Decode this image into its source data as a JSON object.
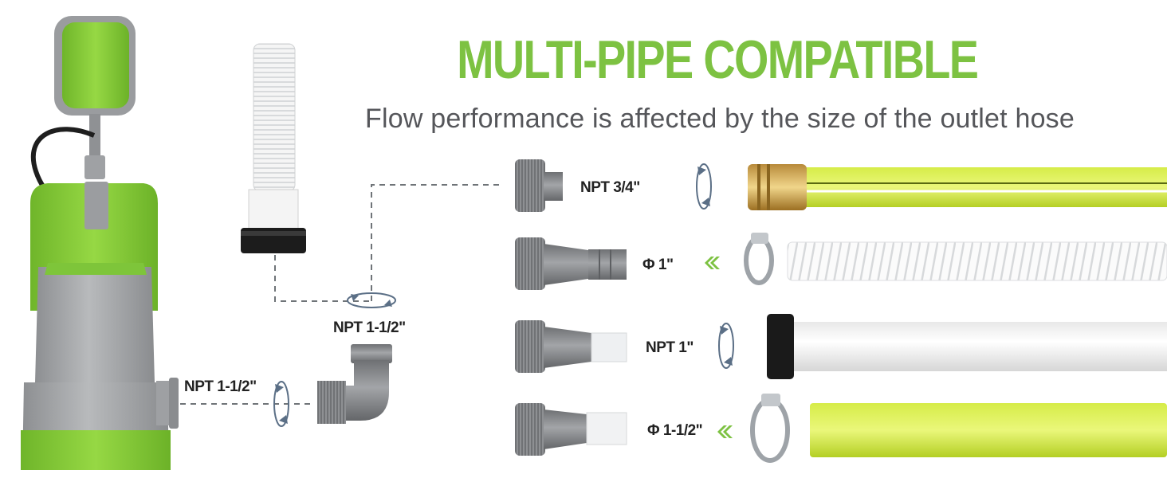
{
  "title": "MULTI-PIPE COMPATIBLE",
  "subtitle": "Flow performance is affected by the size of the outlet hose",
  "labels": {
    "pump_outlet": "NPT 1-1/2\"",
    "elbow_thread": "NPT 1-1/2\"",
    "adapter_1": "NPT 3/4\"",
    "adapter_2": "Φ 1\"",
    "adapter_3": "NPT 1\"",
    "adapter_4": "Φ 1-1/2\""
  },
  "colors": {
    "brand_green": "#7dc242",
    "pump_green": "#8ed13a",
    "pump_gray": "#a9abad",
    "hose_yellow_green": "#c7e03a",
    "adapter_gray": "#7d7f82",
    "text_gray": "#55565a"
  }
}
